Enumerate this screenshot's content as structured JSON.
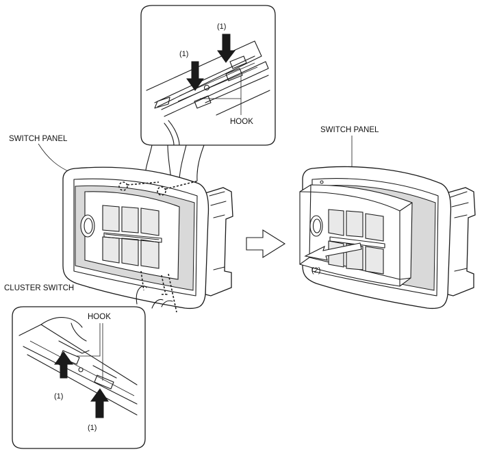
{
  "labels": {
    "left_switch_panel": "SWITCH PANEL",
    "right_switch_panel": "SWITCH PANEL",
    "cluster_switch": "CLUSTER SWITCH",
    "hook_top": "HOOK",
    "hook_bottom": "HOOK",
    "step1_top_left": "(1)",
    "step1_top_right": "(1)",
    "step1_bottom_left": "(1)",
    "step1_bottom_right": "(1)",
    "step2": "(2)"
  },
  "icons": {
    "push_down_arrow": "down-arrow-icon",
    "push_up_arrow": "up-arrow-icon",
    "proceed_arrow": "right-outline-arrow-icon",
    "pull_out_arrow": "pull-arrow-icon"
  },
  "colors": {
    "line": "#1a1a1a",
    "background": "#ffffff",
    "shade": "#d9d9d9"
  }
}
